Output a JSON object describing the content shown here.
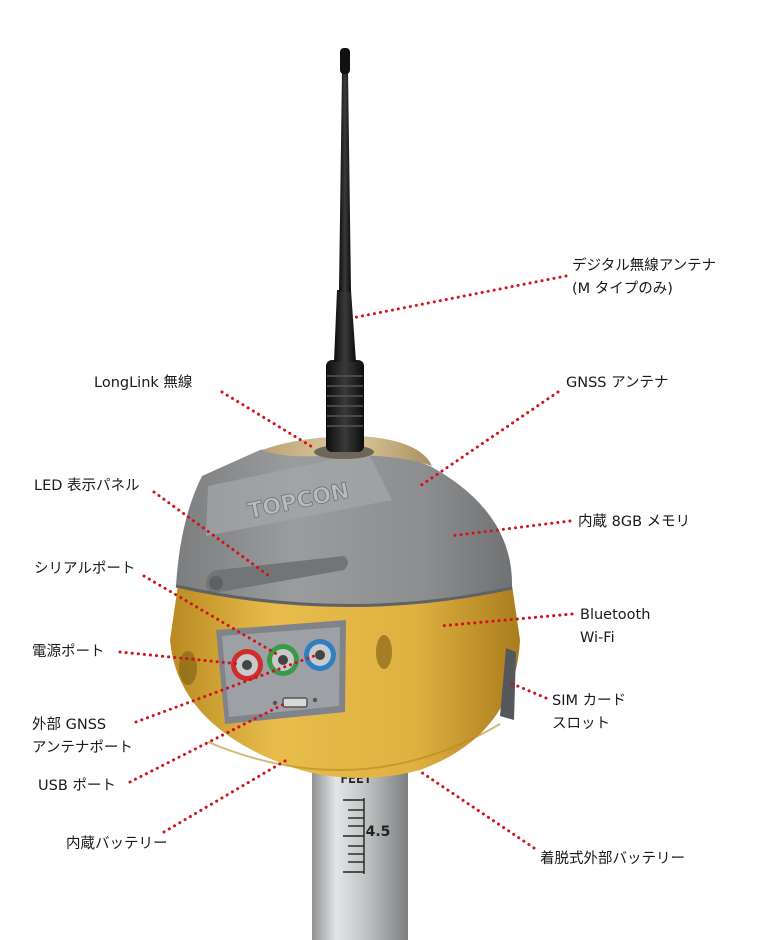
{
  "device": {
    "brand_logo": "TOPCON",
    "pole_scale": {
      "unit": "FEET",
      "reading": "4.5"
    }
  },
  "callouts": [
    {
      "key": "digital-radio-antenna",
      "lines": [
        "デジタル無線アンテナ",
        "(M タイプのみ)"
      ]
    },
    {
      "key": "longlink-radio",
      "lines": [
        "LongLink 無線"
      ]
    },
    {
      "key": "gnss-antenna",
      "lines": [
        "GNSS アンテナ"
      ]
    },
    {
      "key": "led-display-panel",
      "lines": [
        "LED 表示パネル"
      ]
    },
    {
      "key": "internal-memory",
      "lines": [
        "内蔵 8GB メモリ"
      ]
    },
    {
      "key": "serial-port",
      "lines": [
        "シリアルポート"
      ]
    },
    {
      "key": "bluetooth-wifi",
      "lines": [
        "Bluetooth",
        "Wi-Fi"
      ]
    },
    {
      "key": "power-port",
      "lines": [
        "電源ポート"
      ]
    },
    {
      "key": "sim-card-slot",
      "lines": [
        "SIM カード",
        "スロット"
      ]
    },
    {
      "key": "external-gnss-antenna-port",
      "lines": [
        "外部 GNSS",
        "アンテナポート"
      ]
    },
    {
      "key": "usb-port",
      "lines": [
        "USB ポート"
      ]
    },
    {
      "key": "internal-battery",
      "lines": [
        "内蔵バッテリー"
      ]
    },
    {
      "key": "detachable-external-battery",
      "lines": [
        "着脱式外部バッテリー"
      ]
    }
  ],
  "colors": {
    "leader_dots": "#d0121b",
    "housing_gray": "#8d8f91",
    "housing_yellow": "#dcae3c",
    "antenna_black": "#1d1d1d",
    "pole_silver": "#c9cacb"
  }
}
